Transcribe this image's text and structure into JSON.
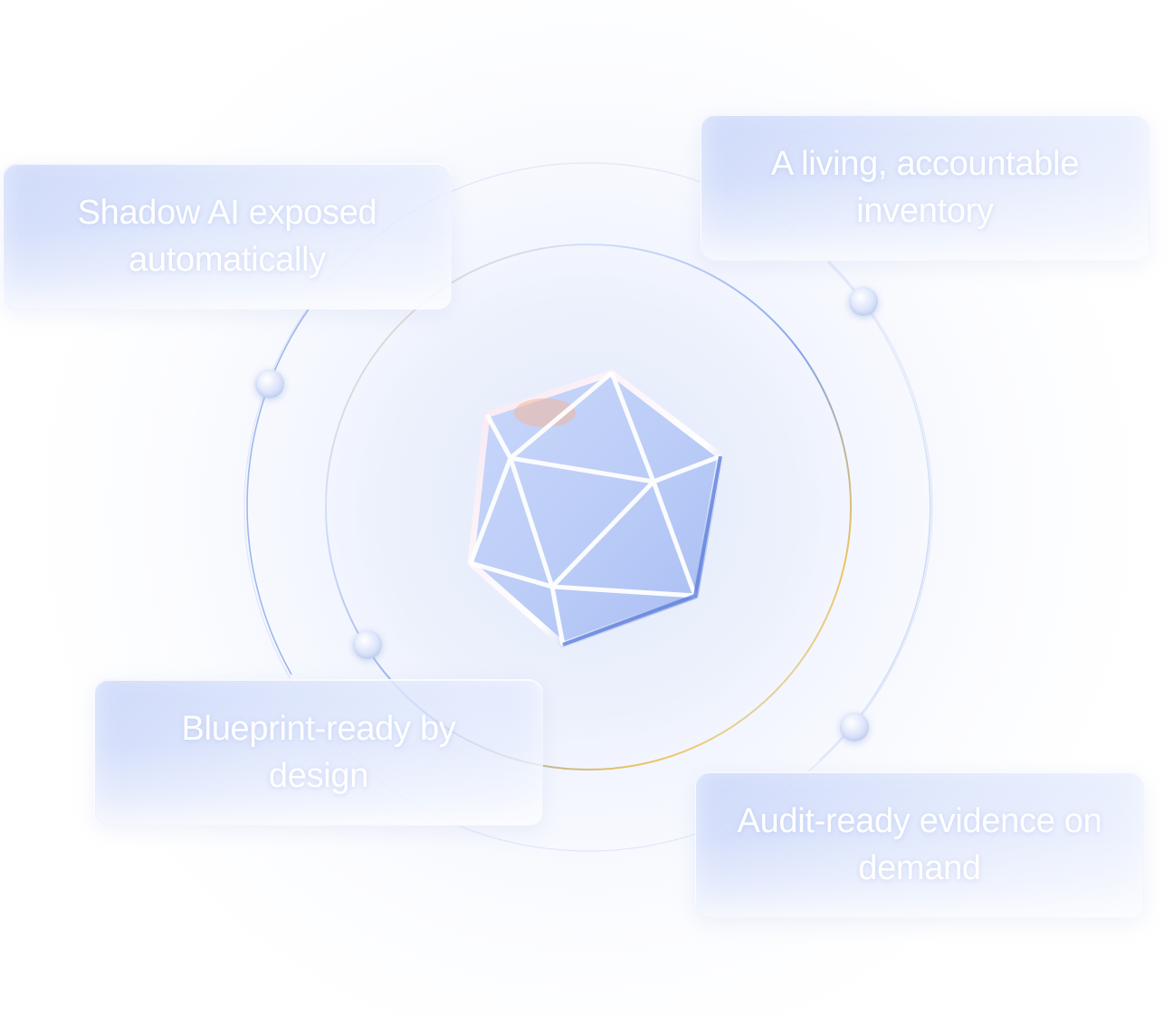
{
  "cards": [
    {
      "id": "shadow-ai",
      "label": "Shadow AI exposed automatically"
    },
    {
      "id": "inventory",
      "label": "A living, accountable inventory"
    },
    {
      "id": "blueprint",
      "label": "Blueprint-ready by design"
    },
    {
      "id": "audit",
      "label": "Audit-ready evidence on demand"
    }
  ],
  "colors": {
    "card_fill": "#D4DEFA",
    "card_text": "#FFFFFF",
    "orbit_blue": "#7FA0E8",
    "orbit_accent": "#F2C04A",
    "gem_fill": "#BFD0F8"
  },
  "icons": {
    "center": "icosahedron-gem-icon",
    "orbit_nodes": "orbit-node-dot"
  }
}
